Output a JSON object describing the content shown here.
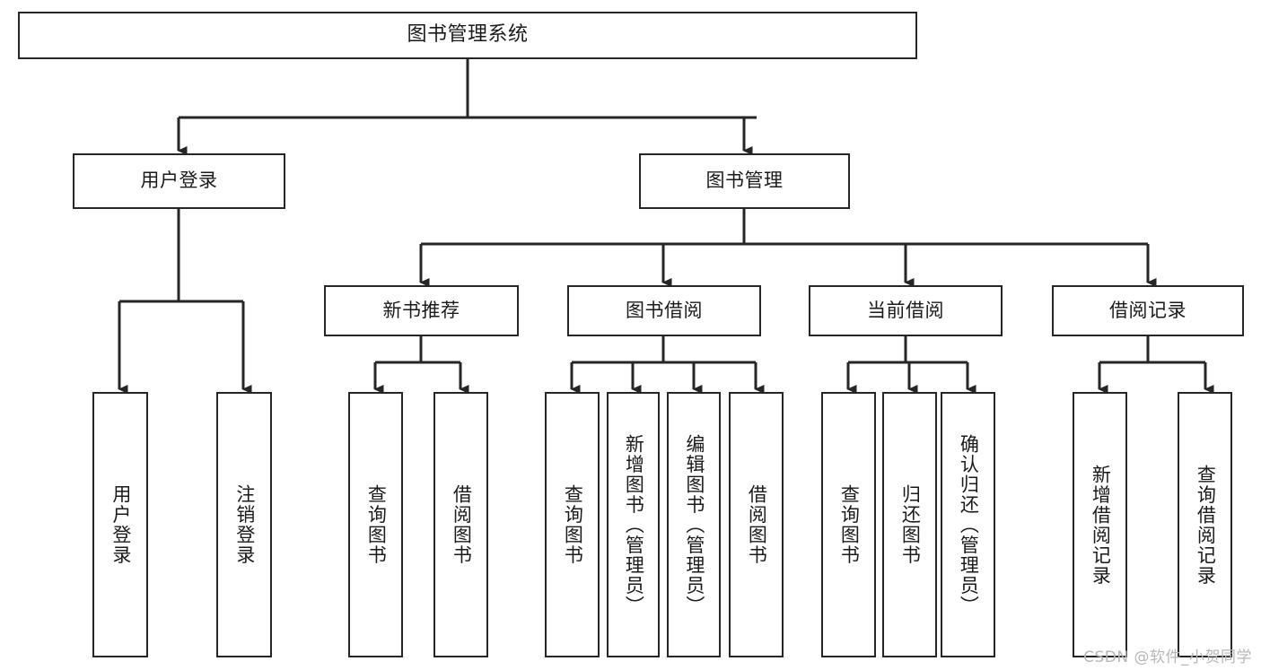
{
  "diagram": {
    "title": "图书管理系统",
    "type": "hierarchy-tree",
    "colors": {
      "border": "#262626",
      "background": "#ffffff",
      "text": "#1a1a1a",
      "watermark": "#b6b6b6"
    },
    "root": {
      "label": "图书管理系统"
    },
    "level2": [
      {
        "label": "用户登录"
      },
      {
        "label": "图书管理"
      }
    ],
    "level3": [
      {
        "label": "新书推荐"
      },
      {
        "label": "图书借阅"
      },
      {
        "label": "当前借阅"
      },
      {
        "label": "借阅记录"
      }
    ],
    "leaves": {
      "user_login": [
        {
          "label": "用户登录"
        },
        {
          "label": "注销登录"
        }
      ],
      "new_book_recommend": [
        {
          "label": "查询图书"
        },
        {
          "label": "借阅图书"
        }
      ],
      "book_borrow": [
        {
          "label": "查询图书"
        },
        {
          "label": "新增图书（管理员）"
        },
        {
          "label": "编辑图书（管理员）"
        },
        {
          "label": "借阅图书"
        }
      ],
      "current_borrow": [
        {
          "label": "查询图书"
        },
        {
          "label": "归还图书"
        },
        {
          "label": "确认归还（管理员）"
        }
      ],
      "borrow_record": [
        {
          "label": "新增借阅记录"
        },
        {
          "label": "查询借阅记录"
        }
      ]
    }
  },
  "watermark": {
    "text": "CSDN @软件_小贺同学"
  }
}
